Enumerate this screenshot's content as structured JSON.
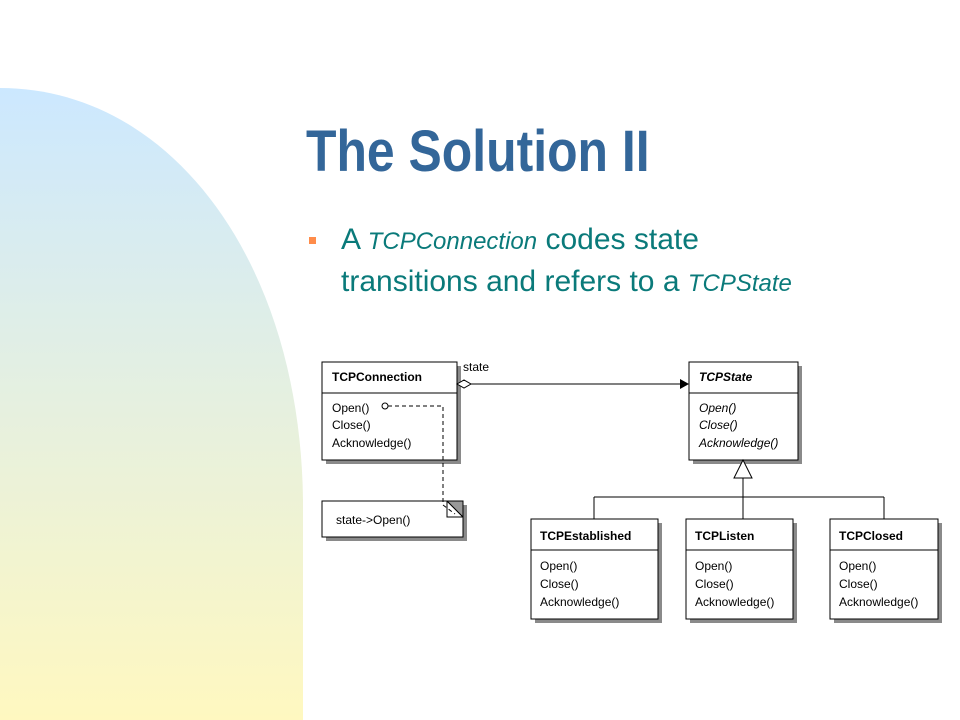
{
  "slide": {
    "title": "The Solution II",
    "bullet": {
      "prefix": "A",
      "class_a": "TCPConnection",
      "middle": "codes state",
      "line2": "transitions and refers to a",
      "class_b": "TCPState"
    }
  },
  "diagram": {
    "association_label": "state",
    "note_text": "state->Open()",
    "classes": {
      "connection": {
        "name": "TCPConnection",
        "ops": [
          "Open()",
          "Close()",
          "Acknowledge()"
        ]
      },
      "state": {
        "name": "TCPState",
        "ops": [
          "Open()",
          "Close()",
          "Acknowledge()"
        ]
      },
      "established": {
        "name": "TCPEstablished",
        "ops": [
          "Open()",
          "Close()",
          "Acknowledge()"
        ]
      },
      "listen": {
        "name": "TCPListen",
        "ops": [
          "Open()",
          "Close()",
          "Acknowledge()"
        ]
      },
      "closed": {
        "name": "TCPClosed",
        "ops": [
          "Open()",
          "Close()",
          "Acknowledge()"
        ]
      }
    }
  },
  "colors": {
    "title": "#336699",
    "bullet_text": "#0a7a7a",
    "bullet_marker": "#ff8c4a",
    "gradient_top": "#cce8ff",
    "gradient_bottom": "#fff8c0"
  }
}
